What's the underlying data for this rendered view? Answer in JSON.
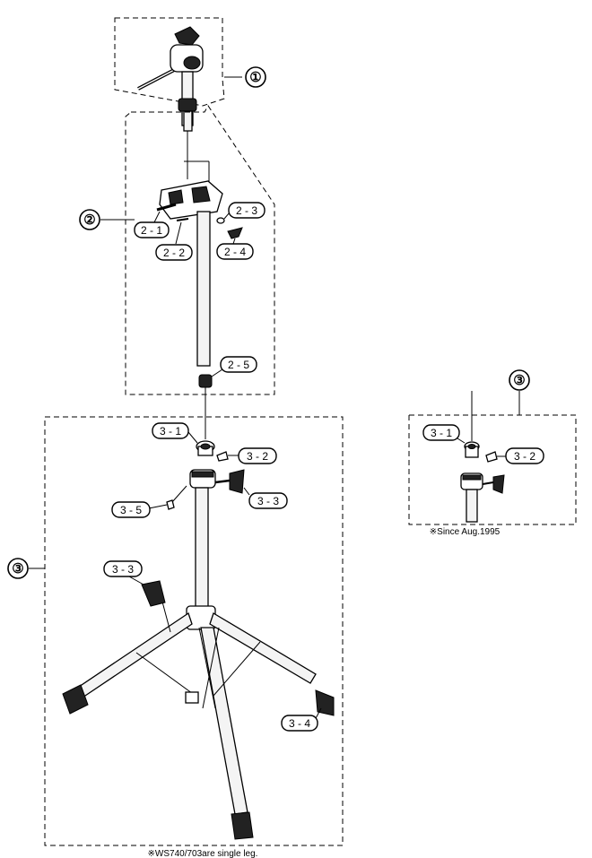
{
  "groups": {
    "g1": "①",
    "g2": "②",
    "g3_main": "③",
    "g3_inset": "③"
  },
  "callouts": {
    "c2_1": "2 - 1",
    "c2_2": "2 - 2",
    "c2_3": "2 - 3",
    "c2_4": "2 - 4",
    "c2_5": "2 - 5",
    "c3_1": "3 - 1",
    "c3_2": "3 - 2",
    "c3_3a": "3 - 3",
    "c3_3b": "3 - 3",
    "c3_4": "3 - 4",
    "c3_5": "3 - 5",
    "inset_3_1": "3 - 1",
    "inset_3_2": "3 - 2"
  },
  "notes": {
    "since": "※Since Aug.1995",
    "single_leg": "※WS740/703are single leg."
  }
}
